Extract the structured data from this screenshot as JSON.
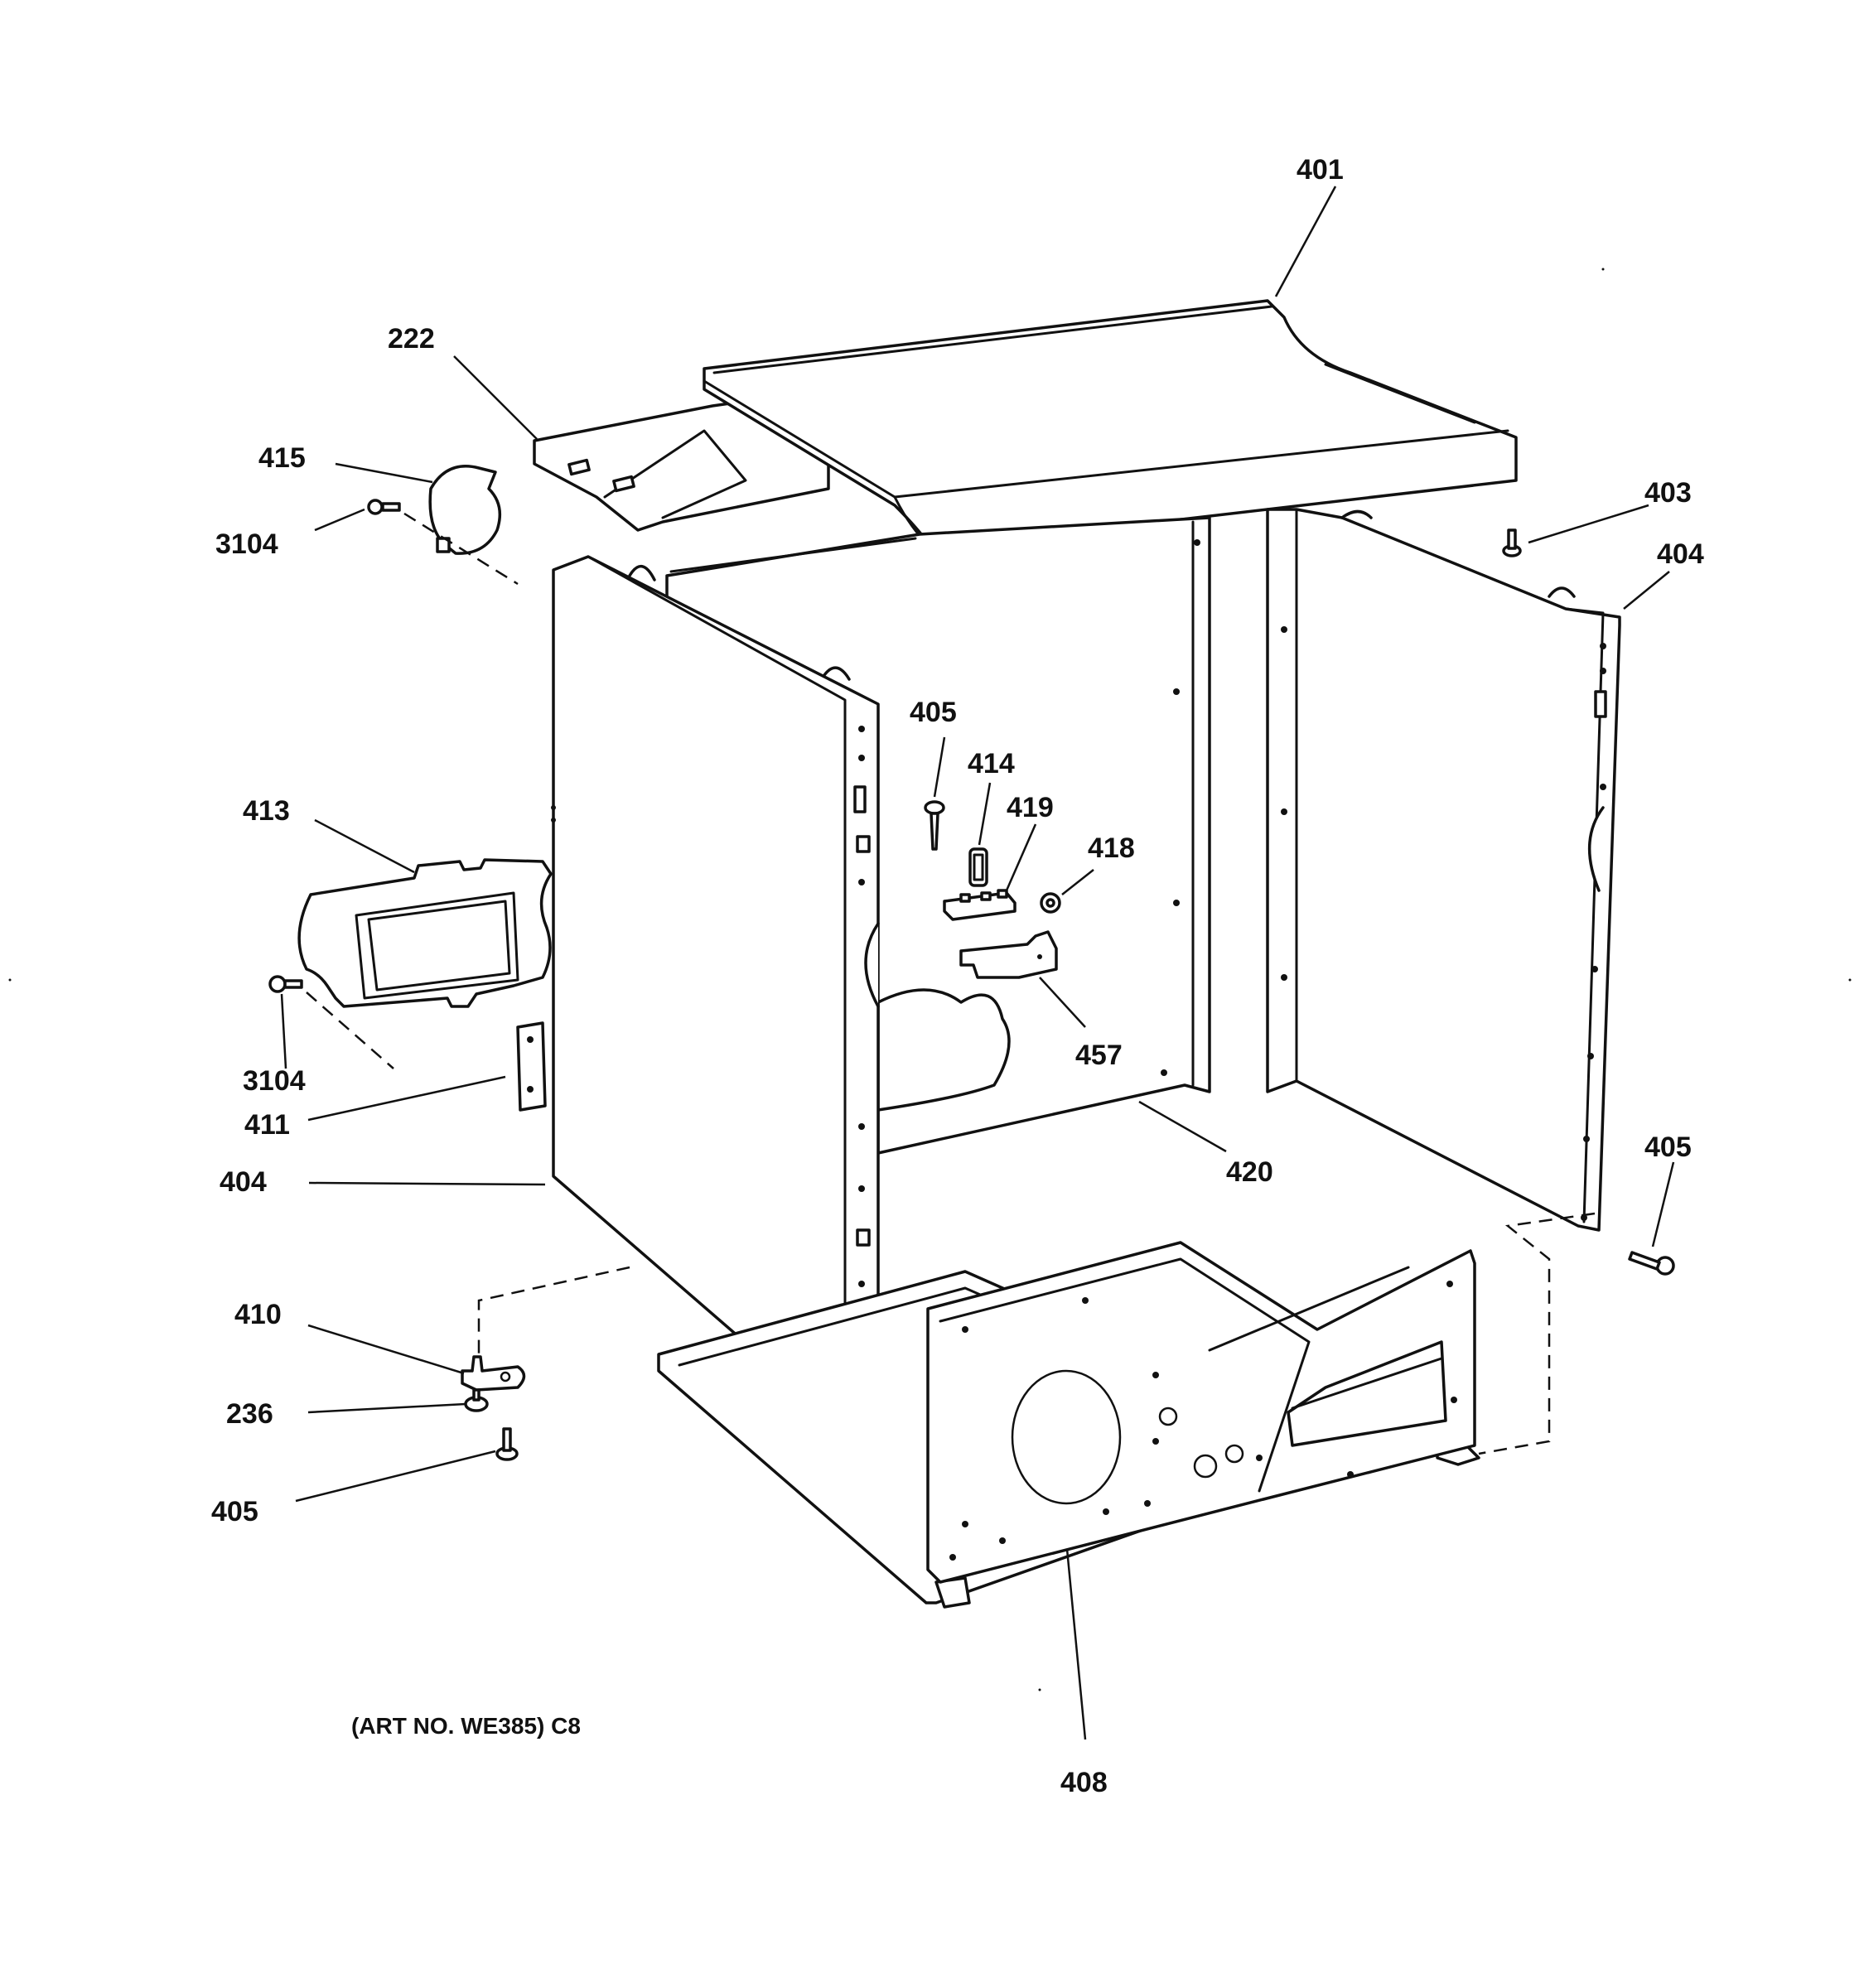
{
  "diagram": {
    "art_number": "(ART NO. WE385) C8",
    "callouts": [
      {
        "id": "401",
        "label": "401"
      },
      {
        "id": "222",
        "label": "222"
      },
      {
        "id": "415",
        "label": "415"
      },
      {
        "id": "3104-top",
        "label": "3104"
      },
      {
        "id": "403",
        "label": "403"
      },
      {
        "id": "404-right",
        "label": "404"
      },
      {
        "id": "405-center",
        "label": "405"
      },
      {
        "id": "414",
        "label": "414"
      },
      {
        "id": "419",
        "label": "419"
      },
      {
        "id": "418",
        "label": "418"
      },
      {
        "id": "413",
        "label": "413"
      },
      {
        "id": "3104-bottom",
        "label": "3104"
      },
      {
        "id": "411",
        "label": "411"
      },
      {
        "id": "457",
        "label": "457"
      },
      {
        "id": "404-left",
        "label": "404"
      },
      {
        "id": "420",
        "label": "420"
      },
      {
        "id": "405-right",
        "label": "405"
      },
      {
        "id": "410",
        "label": "410"
      },
      {
        "id": "236",
        "label": "236"
      },
      {
        "id": "405-bottom",
        "label": "405"
      },
      {
        "id": "408",
        "label": "408"
      }
    ]
  }
}
